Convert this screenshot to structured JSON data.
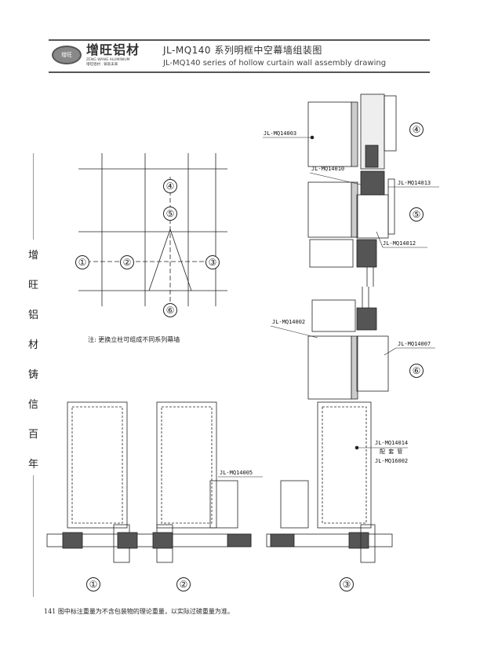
{
  "header": {
    "brand_cn": "增旺铝材",
    "brand_en": "ZENG WANG ALUMINIUM",
    "brand_slogan": "增旺铝材 · 铸就未来",
    "logo_badge": "增旺",
    "title_cn": "JL-MQ140 系列明框中空幕墙组装图",
    "title_en": "JL-MQ140 series of hollow curtain wall assembly drawing"
  },
  "sidebar": [
    "增",
    "旺",
    "铝",
    "材",
    "铸",
    "信",
    "百",
    "年"
  ],
  "grid_diagram": {
    "markers": [
      "①",
      "②",
      "③",
      "④",
      "⑤",
      "⑥"
    ],
    "note": "注: 更换立柱可组成不同系列幕墙"
  },
  "details": {
    "labels": {
      "mq14003": "JL-MQ14003",
      "mq14010": "JL-MQ14010",
      "mq14013": "JL-MQ14013",
      "mq14012": "JL-MQ14012",
      "mq14002": "JL-MQ14002",
      "mq14007": "JL-MQ14007",
      "mq14005": "JL-MQ14005",
      "mq14014": "JL-MQ14014",
      "peitao": "配 套 管",
      "mq16002": "JL-MQ16002"
    },
    "markers": [
      "④",
      "⑤",
      "⑥"
    ],
    "bottom_markers": [
      "①",
      "②",
      "③"
    ]
  },
  "footer": {
    "page": "141",
    "text": "图中标注重量为不含包装物的理论重量，以实际过磅重量为准。"
  }
}
